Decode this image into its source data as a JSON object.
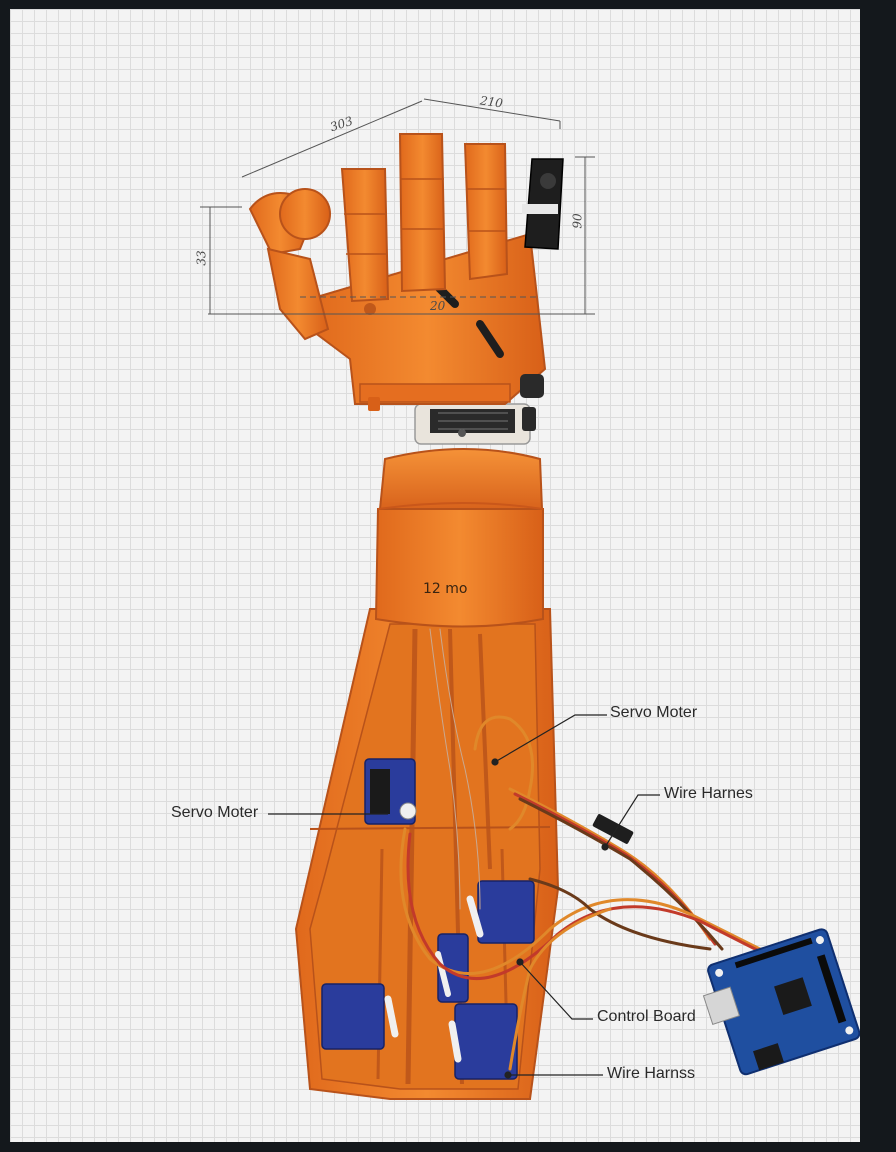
{
  "callouts": {
    "servo_motor_right": "Servo Moter",
    "servo_motor_left": "Servo Moter",
    "wire_harness_top": "Wire Harnes",
    "control_board": "Control Board",
    "wire_harness_bottom": "Wire Harnss"
  },
  "dimensions": {
    "top_left": "303",
    "top_right": "210",
    "right": "90",
    "left": "33",
    "palm": "20"
  },
  "forearm_marking": "12 mo",
  "colors": {
    "print_orange": "#f07a22",
    "print_orange_dark": "#c9571a",
    "servo_blue": "#2a3c9c",
    "board_blue": "#1f4fa0",
    "wire_orange": "#e0882a",
    "wire_red": "#c23a2a",
    "wire_brown": "#6a3a1a"
  }
}
